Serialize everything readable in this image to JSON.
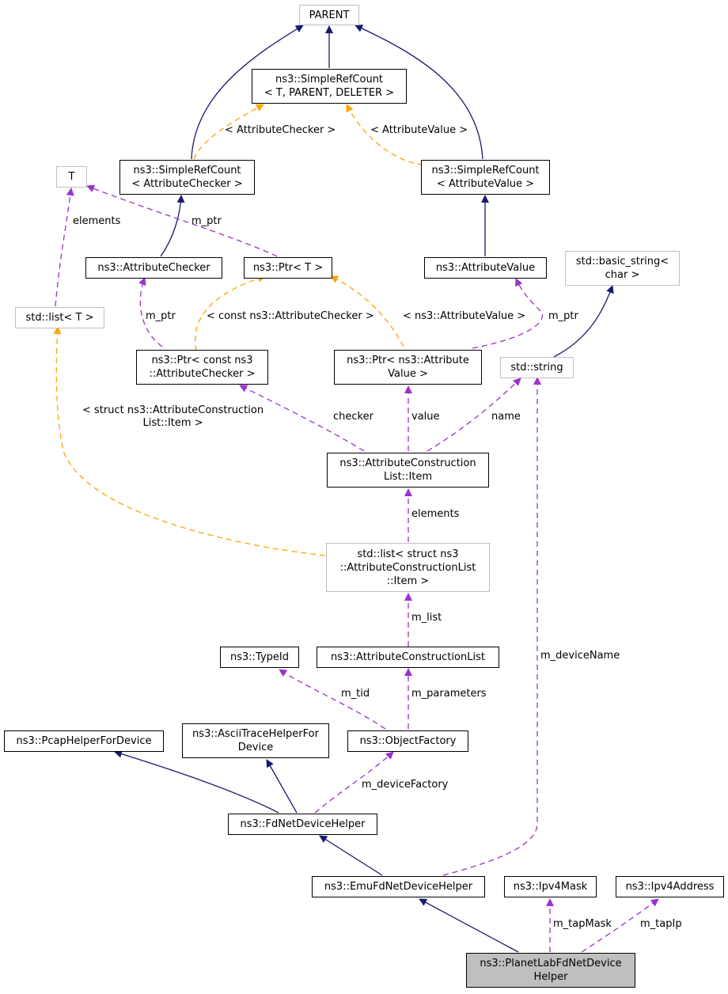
{
  "colors": {
    "inheritance": "#191970",
    "usage": "#9a32cd",
    "template": "#ffa500",
    "main_fill": "#bfbfbf",
    "external_border": "#bfbfbf"
  },
  "nodes": {
    "parent": {
      "label": "PARENT"
    },
    "simplerefcount_tpl": {
      "line1": "ns3::SimpleRefCount",
      "line2": "< T, PARENT, DELETER >"
    },
    "t": {
      "label": "T"
    },
    "simplerefcount_checker": {
      "line1": "ns3::SimpleRefCount",
      "line2": "< AttributeChecker >"
    },
    "simplerefcount_value": {
      "line1": "ns3::SimpleRefCount",
      "line2": "< AttributeValue >"
    },
    "attribute_checker": {
      "label": "ns3::AttributeChecker"
    },
    "ptr_t": {
      "label": "ns3::Ptr< T >"
    },
    "attribute_value": {
      "label": "ns3::AttributeValue"
    },
    "basic_string": {
      "line1": "std::basic_string<",
      "line2": "char >"
    },
    "std_list_t": {
      "label": "std::list< T >"
    },
    "ptr_checker": {
      "line1": "ns3::Ptr< const ns3",
      "line2": "::AttributeChecker >"
    },
    "ptr_value": {
      "line1": "ns3::Ptr< ns3::Attribute",
      "line2": "Value >"
    },
    "std_string": {
      "label": "std::string"
    },
    "construction_item": {
      "line1": "ns3::AttributeConstruction",
      "line2": "List::Item"
    },
    "std_list_item": {
      "line1": "std::list< struct ns3",
      "line2": "::AttributeConstructionList",
      "line3": "::Item >"
    },
    "typeid": {
      "label": "ns3::TypeId"
    },
    "construction_list": {
      "label": "ns3::AttributeConstructionList"
    },
    "pcap_helper": {
      "label": "ns3::PcapHelperForDevice"
    },
    "ascii_helper": {
      "line1": "ns3::AsciiTraceHelperFor",
      "line2": "Device"
    },
    "object_factory": {
      "label": "ns3::ObjectFactory"
    },
    "fd_helper": {
      "label": "ns3::FdNetDeviceHelper"
    },
    "emu_helper": {
      "label": "ns3::EmuFdNetDeviceHelper"
    },
    "ipv4mask": {
      "label": "ns3::Ipv4Mask"
    },
    "ipv4address": {
      "label": "ns3::Ipv4Address"
    },
    "planetlab_helper": {
      "line1": "ns3::PlanetLabFdNetDevice",
      "line2": "Helper"
    }
  },
  "edge_labels": {
    "attribute_checker_tpl": "< AttributeChecker >",
    "attribute_value_tpl": "< AttributeValue >",
    "elements_t": "elements",
    "m_ptr_t": "m_ptr",
    "m_ptr_checker": "m_ptr",
    "const_checker_tpl": "< const ns3::AttributeChecker >",
    "value_tpl": "< ns3::AttributeValue >",
    "m_ptr_value": "m_ptr",
    "struct_item_tpl_line1": "< struct ns3::AttributeConstruction",
    "struct_item_tpl_line2": "List::Item >",
    "checker": "checker",
    "value": "value",
    "name": "name",
    "elements_item": "elements",
    "m_list": "m_list",
    "m_devicename": "m_deviceName",
    "m_tid": "m_tid",
    "m_parameters": "m_parameters",
    "m_devicefactory": "m_deviceFactory",
    "m_tapmask": "m_tapMask",
    "m_tapip": "m_tapIp"
  }
}
